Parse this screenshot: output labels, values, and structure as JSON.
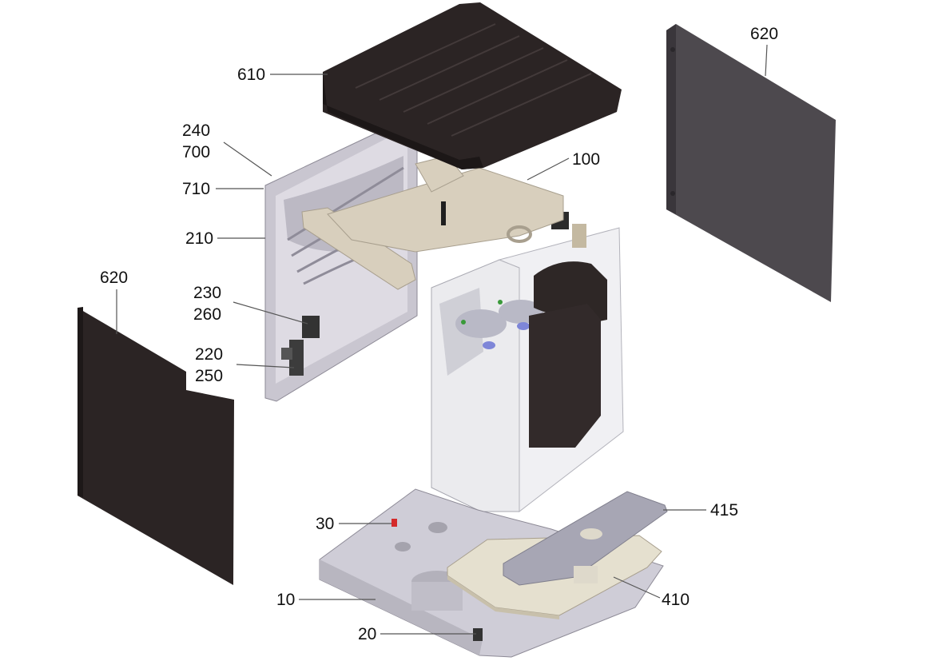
{
  "diagram": {
    "colors": {
      "panel_dark": "#2b2424",
      "panel_side": "#4d494e",
      "frame_gray": "#c9c6d0",
      "beige": "#d8cfbd",
      "transparent_housing": "#e6e6ea",
      "leader": "#555555"
    },
    "callouts": [
      {
        "id": "label-610",
        "text": "610"
      },
      {
        "id": "label-620-right",
        "text": "620"
      },
      {
        "id": "label-240",
        "text": "240"
      },
      {
        "id": "label-700",
        "text": "700"
      },
      {
        "id": "label-710",
        "text": "710"
      },
      {
        "id": "label-100",
        "text": "100"
      },
      {
        "id": "label-210",
        "text": "210"
      },
      {
        "id": "label-620-left",
        "text": "620"
      },
      {
        "id": "label-230",
        "text": "230"
      },
      {
        "id": "label-260",
        "text": "260"
      },
      {
        "id": "label-220",
        "text": "220"
      },
      {
        "id": "label-250",
        "text": "250"
      },
      {
        "id": "label-415",
        "text": "415"
      },
      {
        "id": "label-30",
        "text": "30"
      },
      {
        "id": "label-10",
        "text": "10"
      },
      {
        "id": "label-410",
        "text": "410"
      },
      {
        "id": "label-20",
        "text": "20"
      }
    ]
  }
}
